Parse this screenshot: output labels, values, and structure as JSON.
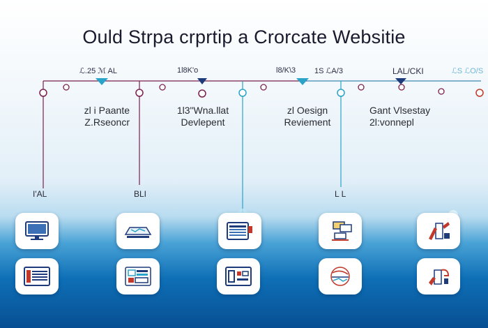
{
  "title": "Ould Strpa crprtip a Crorcate Websitie",
  "top_labels": [
    "ℒ.25 ℳ AL",
    "1l8K'o",
    "l8/K\\3",
    "1S ℒA/3",
    "LAL/CKI",
    "ℒS ℒO/S"
  ],
  "phases": [
    {
      "line1": "zl  i  Paante",
      "line2": "Z.Rseoncr"
    },
    {
      "line1": "1l3\"Wna.llat",
      "line2": "Devlepent"
    },
    {
      "line1": "zl Oesign",
      "line2": "Reviement"
    },
    {
      "line1": "Gant Vlsestay",
      "line2": "2l:vonnepl"
    }
  ],
  "side_labels": [
    "I'AL",
    "BLI",
    "L L"
  ],
  "icons": {
    "row1": [
      "monitor-icon",
      "wireframe-icon",
      "layout-editor-icon",
      "calendar-stack-icon",
      "tools-icon"
    ],
    "row2": [
      "browser-layout-icon",
      "dashboard-icon",
      "code-window-icon",
      "analytics-globe-icon",
      "launch-tools-icon"
    ]
  },
  "colors": {
    "timeline_purple": "#7a1f4e",
    "timeline_teal": "#2aa3c9",
    "icon_navy": "#1d3a7a",
    "icon_red": "#c0392b"
  }
}
